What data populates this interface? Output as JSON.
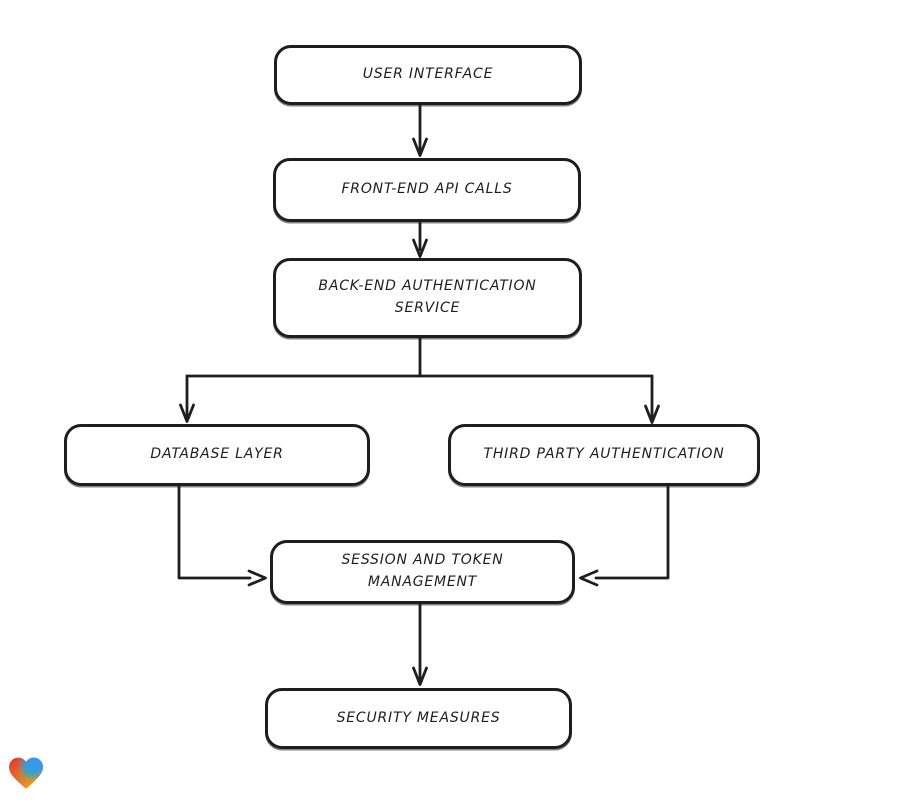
{
  "canvas": {
    "background": "#ffffff",
    "stroke_color": "#1e1e1e",
    "node_fill": "#ffffff"
  },
  "diagram": {
    "type": "flowchart",
    "nodes": [
      {
        "id": "user-interface",
        "label": "USER INTERFACE"
      },
      {
        "id": "front-end-api-calls",
        "label": "FRONT-END API CALLS"
      },
      {
        "id": "back-end-authentication-service",
        "label": "BACK-END AUTHENTICATION SERVICE"
      },
      {
        "id": "database-layer",
        "label": "DATABASE LAYER"
      },
      {
        "id": "third-party-authentication",
        "label": "THIRD PARTY AUTHENTICATION"
      },
      {
        "id": "session-and-token-management",
        "label": "SESSION AND TOKEN MANAGEMENT"
      },
      {
        "id": "security-measures",
        "label": "SECURITY MEASURES"
      }
    ],
    "edges": [
      {
        "from": "user-interface",
        "to": "front-end-api-calls"
      },
      {
        "from": "front-end-api-calls",
        "to": "back-end-authentication-service"
      },
      {
        "from": "back-end-authentication-service",
        "to": "database-layer"
      },
      {
        "from": "back-end-authentication-service",
        "to": "third-party-authentication"
      },
      {
        "from": "database-layer",
        "to": "session-and-token-management"
      },
      {
        "from": "third-party-authentication",
        "to": "session-and-token-management"
      },
      {
        "from": "session-and-token-management",
        "to": "security-measures"
      }
    ]
  },
  "logo": {
    "name": "gradient-heart",
    "colors": {
      "red": "#e8332a",
      "orange": "#f6a21d",
      "blue": "#2d9bf0",
      "teal": "#2fbf9a"
    }
  }
}
